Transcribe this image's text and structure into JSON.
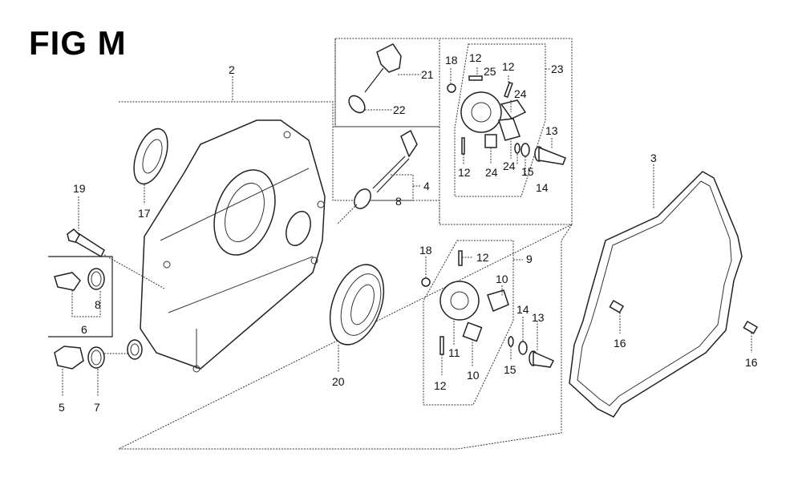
{
  "figure": {
    "title": "FIG M"
  },
  "callouts": [
    {
      "id": "c2",
      "label": "2"
    },
    {
      "id": "c3",
      "label": "3"
    },
    {
      "id": "c4",
      "label": "4"
    },
    {
      "id": "c5",
      "label": "5"
    },
    {
      "id": "c6",
      "label": "6"
    },
    {
      "id": "c7",
      "label": "7"
    },
    {
      "id": "c8a",
      "label": "8"
    },
    {
      "id": "c8b",
      "label": "8"
    },
    {
      "id": "c9",
      "label": "9"
    },
    {
      "id": "c10a",
      "label": "10"
    },
    {
      "id": "c10b",
      "label": "10"
    },
    {
      "id": "c11",
      "label": "11"
    },
    {
      "id": "c12a",
      "label": "12"
    },
    {
      "id": "c12b",
      "label": "12"
    },
    {
      "id": "c12c",
      "label": "12"
    },
    {
      "id": "c12d",
      "label": "12"
    },
    {
      "id": "c12e",
      "label": "12"
    },
    {
      "id": "c13a",
      "label": "13"
    },
    {
      "id": "c13b",
      "label": "13"
    },
    {
      "id": "c14a",
      "label": "14"
    },
    {
      "id": "c14b",
      "label": "14"
    },
    {
      "id": "c15a",
      "label": "15"
    },
    {
      "id": "c15b",
      "label": "15"
    },
    {
      "id": "c16a",
      "label": "16"
    },
    {
      "id": "c16b",
      "label": "16"
    },
    {
      "id": "c17",
      "label": "17"
    },
    {
      "id": "c18a",
      "label": "18"
    },
    {
      "id": "c18b",
      "label": "18"
    },
    {
      "id": "c19",
      "label": "19"
    },
    {
      "id": "c20",
      "label": "20"
    },
    {
      "id": "c21",
      "label": "21"
    },
    {
      "id": "c22",
      "label": "22"
    },
    {
      "id": "c23",
      "label": "23"
    },
    {
      "id": "c24a",
      "label": "24"
    },
    {
      "id": "c24b",
      "label": "24"
    },
    {
      "id": "c24c",
      "label": "24"
    },
    {
      "id": "c25",
      "label": "25"
    }
  ]
}
